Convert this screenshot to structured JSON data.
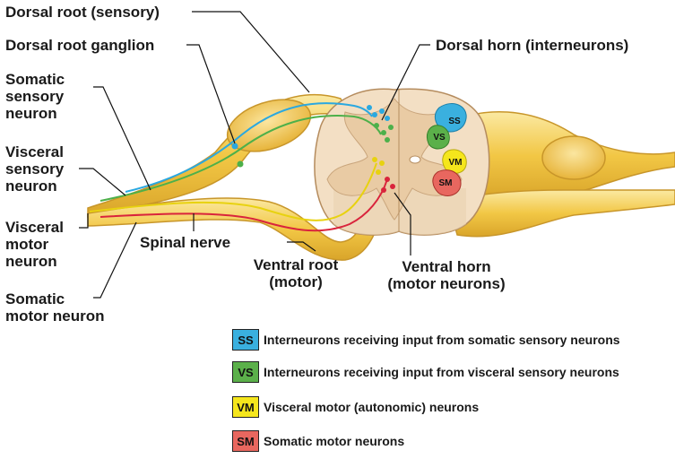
{
  "labels": {
    "dorsal_root": "Dorsal root (sensory)",
    "dorsal_root_ganglion": "Dorsal root ganglion",
    "somatic_sensory_neuron": [
      "Somatic",
      "sensory",
      "neuron"
    ],
    "visceral_sensory_neuron": [
      "Visceral",
      "sensory",
      "neuron"
    ],
    "visceral_motor_neuron": [
      "Visceral",
      "motor",
      "neuron"
    ],
    "somatic_motor_neuron": [
      "Somatic",
      "motor neuron"
    ],
    "spinal_nerve": "Spinal nerve",
    "ventral_root": [
      "Ventral root",
      "(motor)"
    ],
    "ventral_horn": [
      "Ventral horn",
      "(motor neurons)"
    ],
    "dorsal_horn": "Dorsal horn (interneurons)"
  },
  "regions": {
    "ss": "SS",
    "vs": "VS",
    "vm": "VM",
    "sm": "SM"
  },
  "legend": [
    {
      "code": "SS",
      "text": "Interneurons receiving input from somatic sensory neurons",
      "color": "#3ab0df"
    },
    {
      "code": "VS",
      "text": "Interneurons receiving input from visceral sensory neurons",
      "color": "#5bb04a"
    },
    {
      "code": "VM",
      "text": "Visceral motor (autonomic) neurons",
      "color": "#f5e61c"
    },
    {
      "code": "SM",
      "text": "Somatic motor neurons",
      "color": "#e8675f"
    }
  ],
  "colors": {
    "nerve": "#f2c745",
    "nerve_light": "#f9e79a",
    "cord": "#f3dfc4",
    "grey_matter": "#e9cba4",
    "somatic_sensory": "#2aa8e0",
    "visceral_sensory": "#4db04a",
    "visceral_motor": "#f2e01a",
    "somatic_motor": "#d9243c"
  }
}
